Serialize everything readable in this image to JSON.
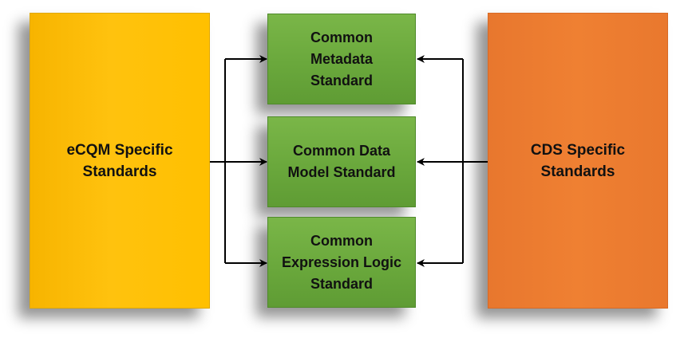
{
  "diagram": {
    "left_box": {
      "label": "eCQM Specific\nStandards",
      "color": "#ffc000"
    },
    "right_box": {
      "label": "CDS Specific\nStandards",
      "color": "#ed7d31"
    },
    "center_boxes": [
      {
        "label": "Common\nMetadata\nStandard",
        "color": "#70ad47"
      },
      {
        "label": "Common Data\nModel Standard",
        "color": "#70ad47"
      },
      {
        "label": "Common\nExpression Logic\nStandard",
        "color": "#70ad47"
      }
    ],
    "arrow_color": "#000000"
  }
}
